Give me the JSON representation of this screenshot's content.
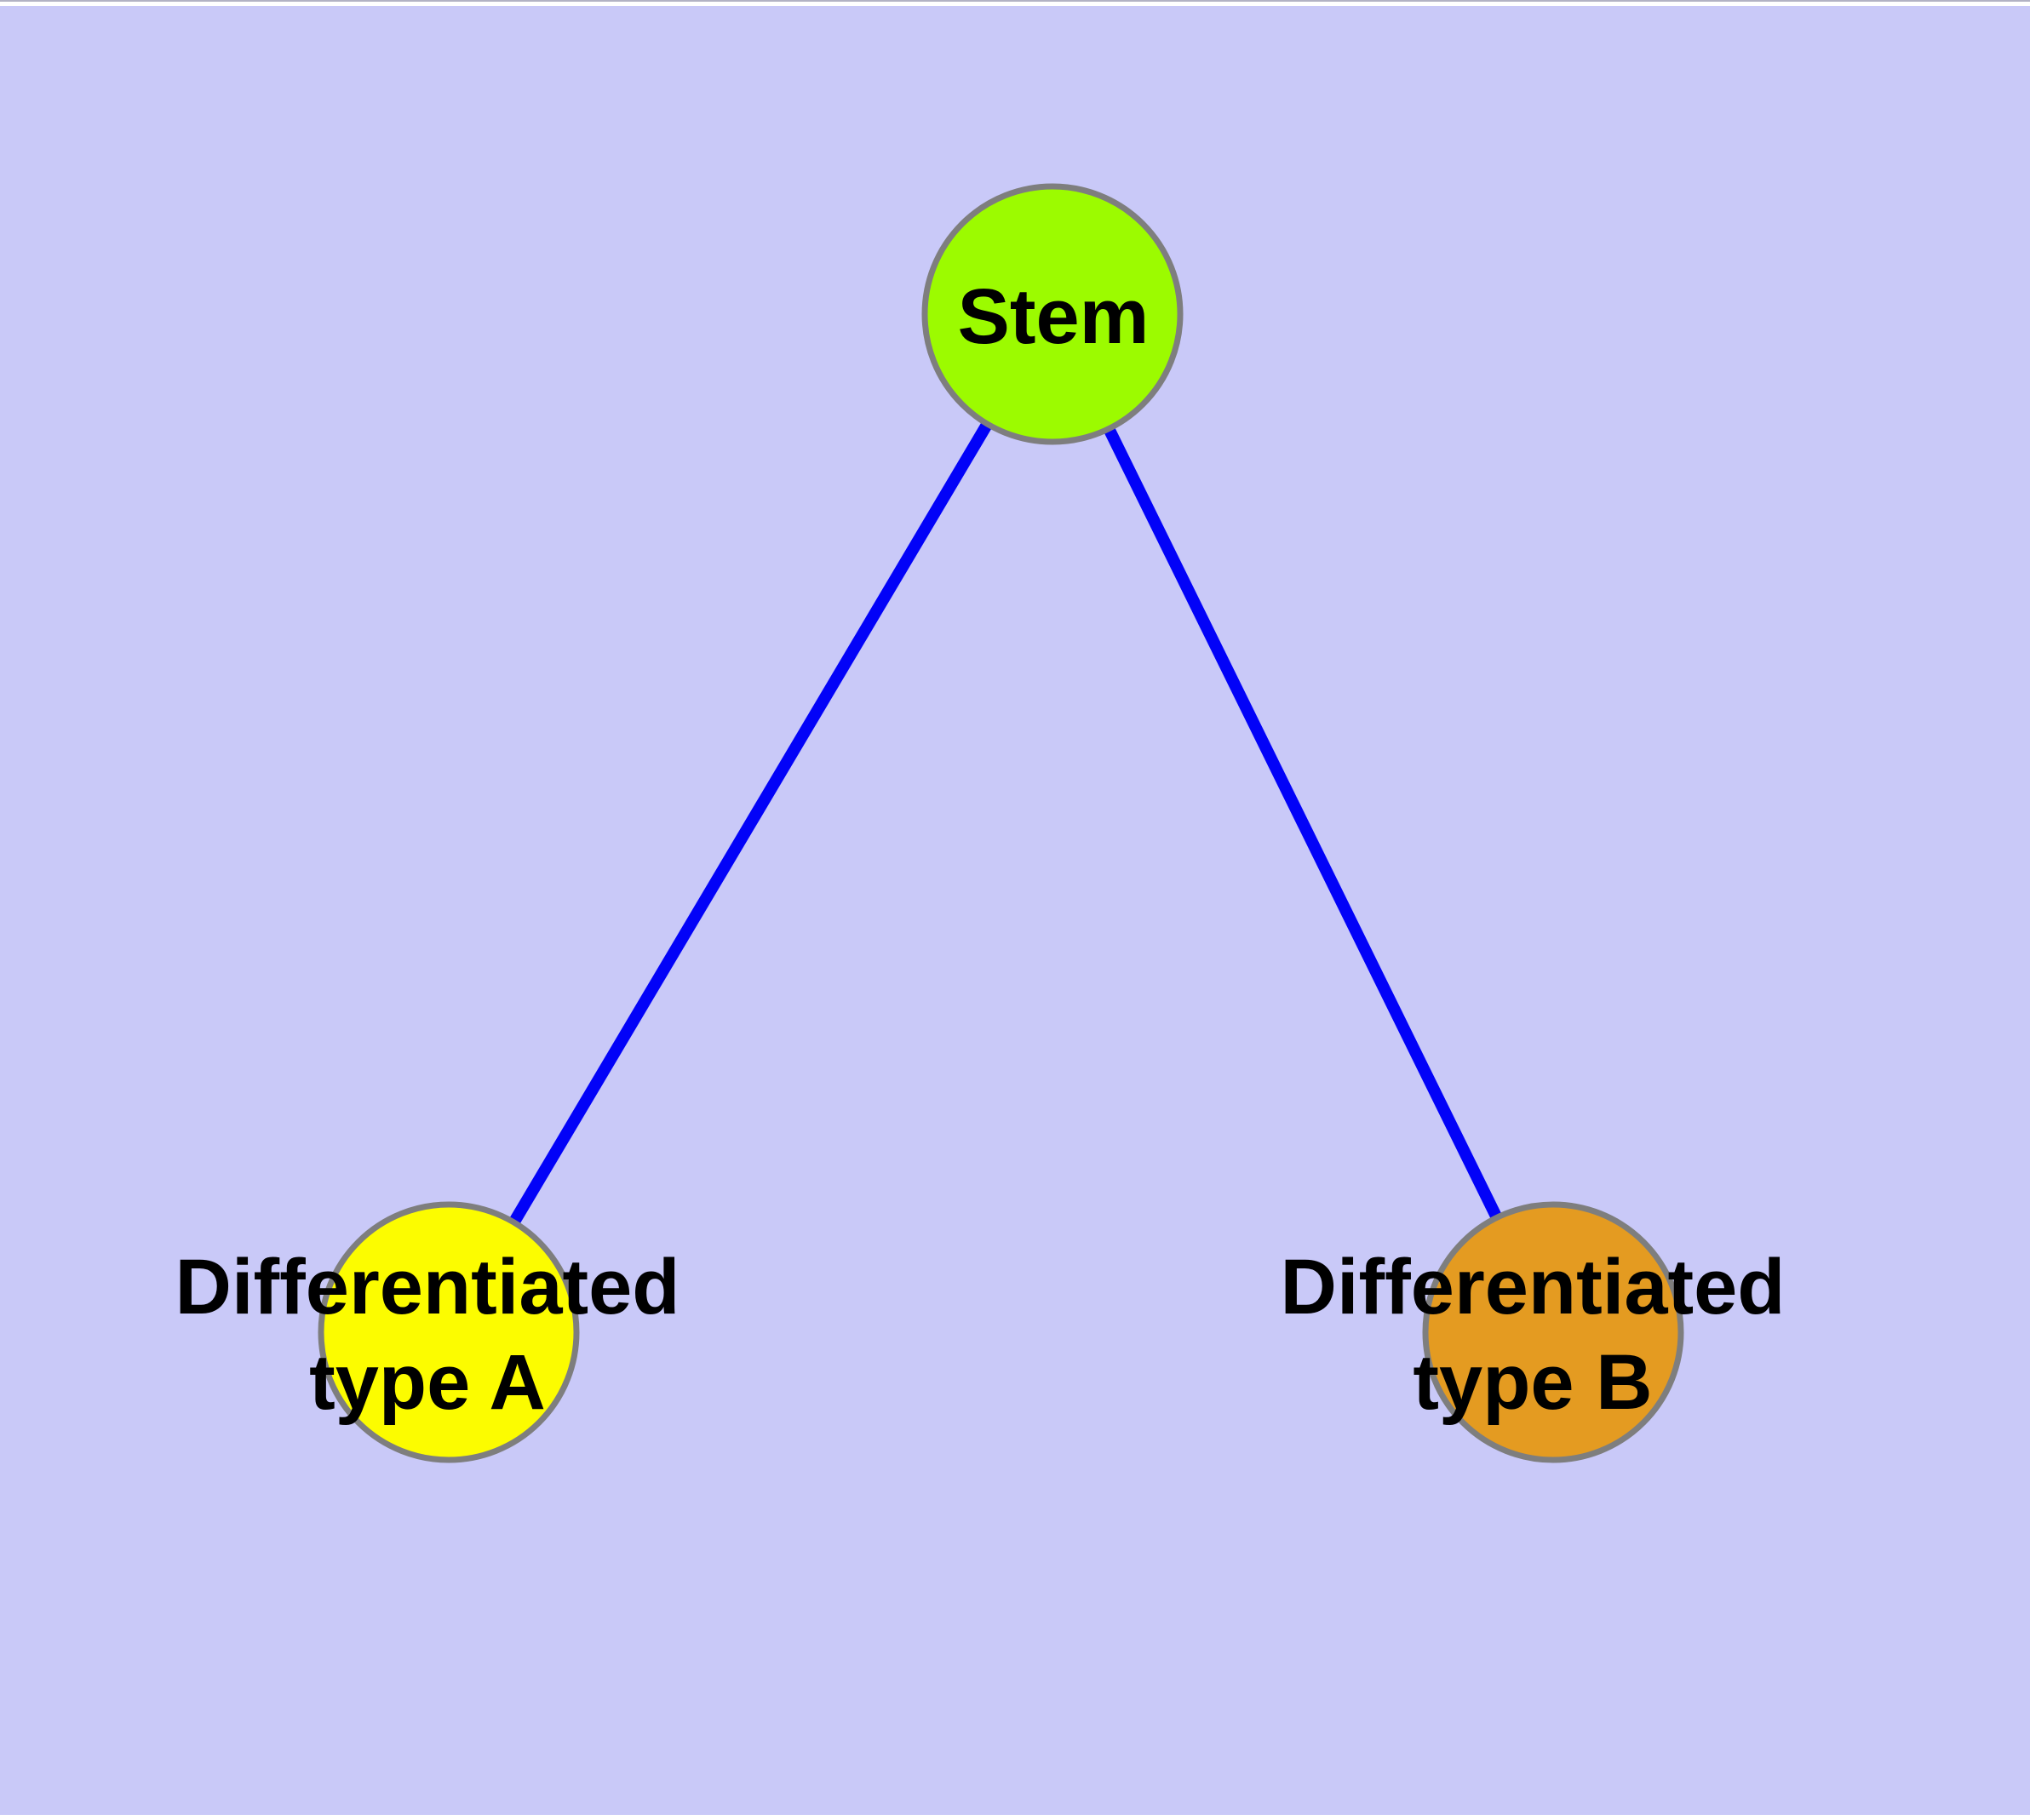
{
  "diagram": {
    "background_color": "#c9c9f8",
    "frame": {
      "top_line_color": "#b2b2c4",
      "margin_color": "#ffffff"
    },
    "label_color": "#000000",
    "nodes": {
      "stem": {
        "label": "Stem",
        "fill": "#9cfb00",
        "border": "#7e7e7e"
      },
      "type_a": {
        "label_line1": "Differentiated",
        "label_line2": "type A",
        "fill": "#fcfc00",
        "border": "#7e7e7e"
      },
      "type_b": {
        "label_line1": "Differentiated",
        "label_line2": "type B",
        "fill": "#e49b21",
        "border": "#7e7e7e"
      }
    },
    "edges": {
      "color": "#0202f8",
      "list": [
        {
          "from": "Stem",
          "to": "Differentiated type A"
        },
        {
          "from": "Stem",
          "to": "Differentiated type B"
        }
      ]
    }
  }
}
